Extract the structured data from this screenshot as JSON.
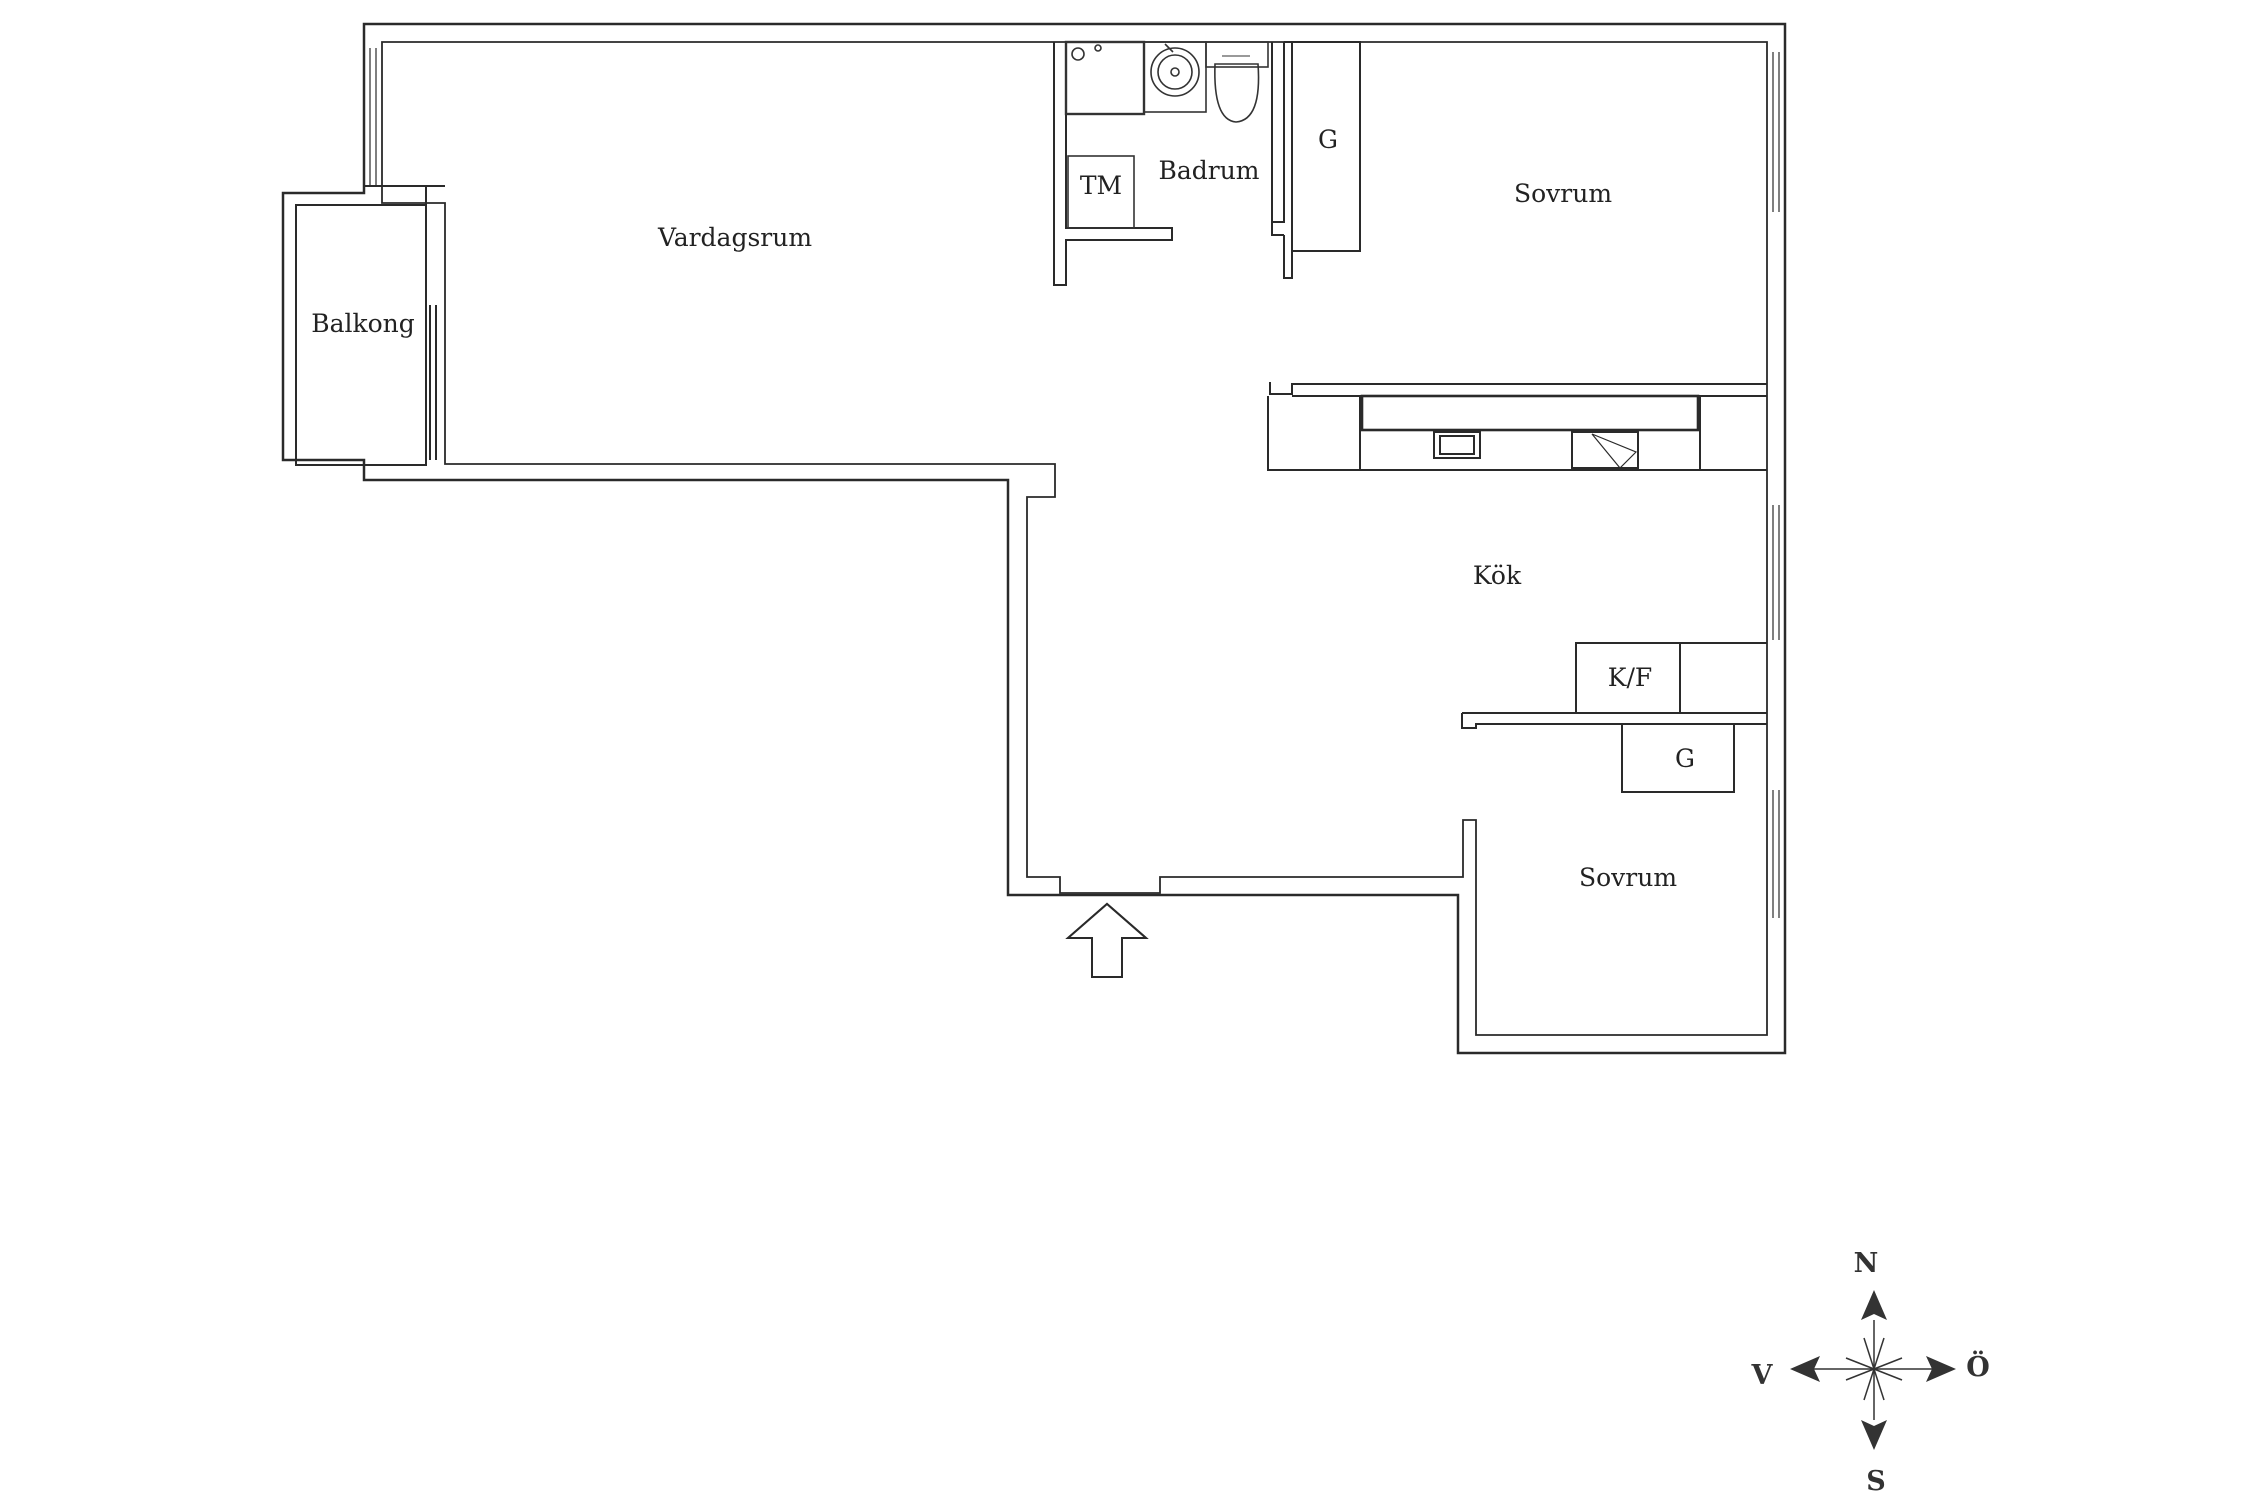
{
  "floorplan": {
    "rooms": {
      "vardagsrum": "Vardagsrum",
      "balkong": "Balkong",
      "badrum": "Badrum",
      "sovrum_north": "Sovrum",
      "kok": "Kök",
      "sovrum_south": "Sovrum"
    },
    "fixtures": {
      "tm": "TM",
      "g_north": "G",
      "kf": "K/F",
      "g_south": "G"
    }
  },
  "compass": {
    "north": "N",
    "south": "S",
    "east": "Ö",
    "west": "V"
  },
  "colors": {
    "wall": "#2a2a2a",
    "thin_line": "#555555",
    "background": "#ffffff"
  }
}
